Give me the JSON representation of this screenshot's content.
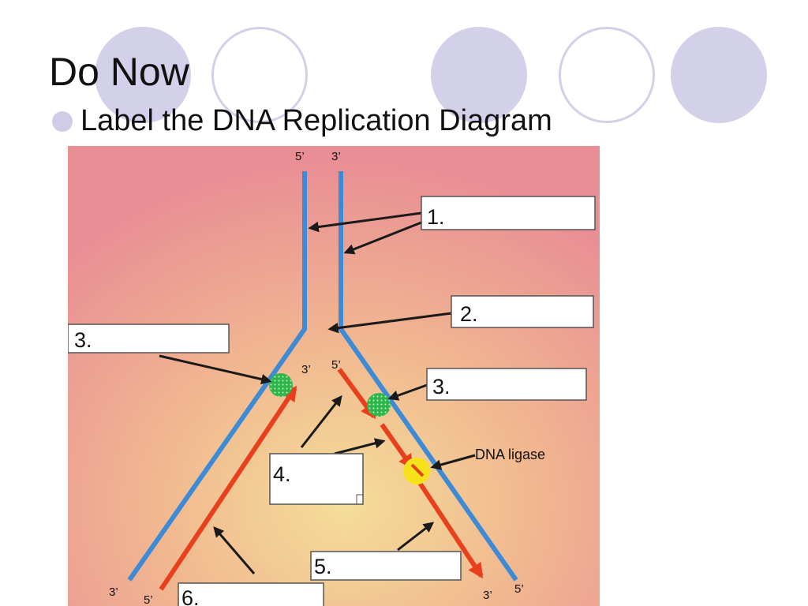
{
  "slide": {
    "title": "Do Now",
    "bullet": "Label the DNA Replication Diagram"
  },
  "diagram": {
    "strand_ends": {
      "top_left": "5’",
      "top_right": "3’",
      "bottom_left_outer": "3’",
      "bottom_left_inner": "5’",
      "bottom_right_inner": "3’",
      "bottom_right_outer": "5’",
      "leading_primer_end": "3’",
      "lagging_primer_end": "5’"
    },
    "boxes": {
      "b1": "1.",
      "b2": "2.",
      "b3_left": "3.",
      "b3_right": "3.",
      "b4": "4.",
      "b5": "5.",
      "b6": "6."
    },
    "ligase_label": "DNA ligase"
  },
  "colors": {
    "circle": "#d3d0ea",
    "background_top": "#e98e95",
    "background_center": "#f4d39a",
    "parent_strand": "#3d8bd6",
    "new_strand": "#e8401c",
    "polymerase": "#2fb54a",
    "ligase": "#f6e21a",
    "arrow": "#1a1a1a"
  },
  "icons": {
    "bullet": "circle-bullet-icon",
    "polymerase": "dna-polymerase-icon",
    "ligase": "dna-ligase-icon"
  }
}
